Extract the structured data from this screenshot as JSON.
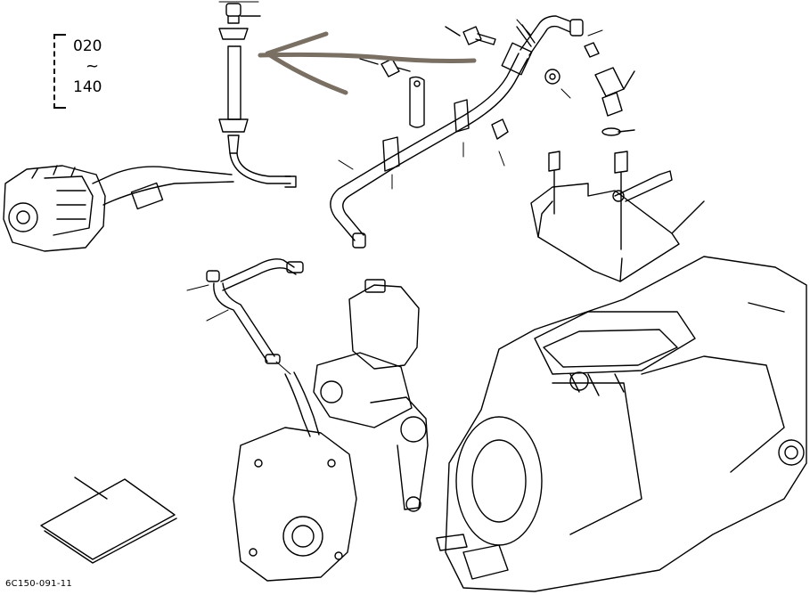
{
  "range_label": {
    "from": "020",
    "separator": "~",
    "to": "140"
  },
  "drawing_code": "6C150-091-11",
  "colors": {
    "line": "#000000",
    "arrow": "#7a6f63",
    "background": "#ffffff"
  }
}
